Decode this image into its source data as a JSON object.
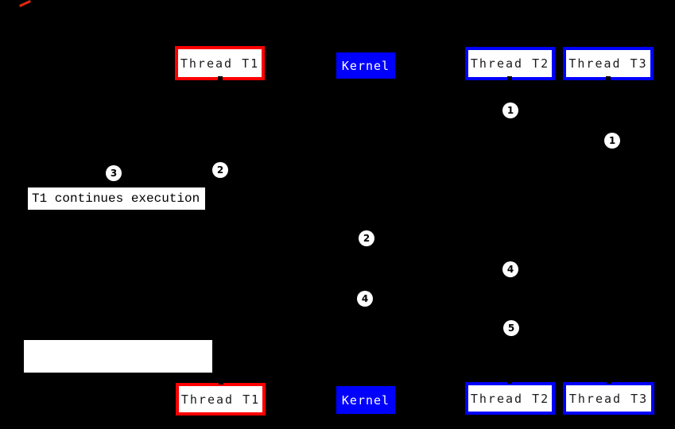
{
  "diagram": {
    "description": "Thread and kernel interaction sequence diagram on black background",
    "colors": {
      "background": "#000000",
      "thread_t1_border": "#ff0000",
      "thread_t2_t3_border": "#0000ff",
      "kernel_fill": "#0000ff",
      "kernel_text": "#ffffff",
      "box_fill": "#ffffff",
      "box_text": "#1a1a1a",
      "marker_fill": "#ffffff",
      "marker_text": "#000000"
    }
  },
  "boxes": {
    "top": [
      {
        "label": "Thread T1"
      },
      {
        "label": "Kernel"
      },
      {
        "label": "Thread T2"
      },
      {
        "label": "Thread T3"
      }
    ],
    "bottom": [
      {
        "label": "Thread T1"
      },
      {
        "label": "Kernel"
      },
      {
        "label": "Thread T2"
      },
      {
        "label": "Thread T3"
      }
    ]
  },
  "markers": [
    {
      "label": "1"
    },
    {
      "label": "1"
    },
    {
      "label": "2"
    },
    {
      "label": "3"
    },
    {
      "label": "2"
    },
    {
      "label": "4"
    },
    {
      "label": "4"
    },
    {
      "label": "5"
    }
  ],
  "note": {
    "text": "T1 continues execution"
  }
}
